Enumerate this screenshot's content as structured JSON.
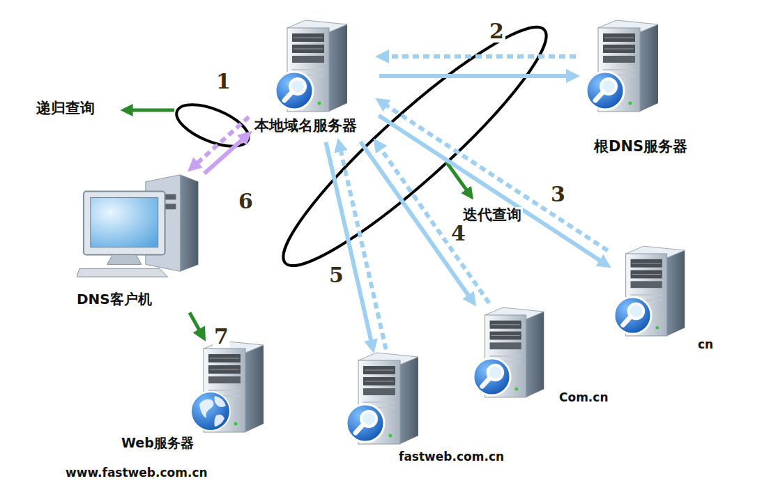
{
  "diagram": {
    "nodes": [
      {
        "text": [
          "本地域名服务器"
        ]
      },
      {
        "text": [
          "根DNS服务器"
        ]
      },
      {
        "text": [
          "DNS客户机"
        ]
      },
      {
        "text": [
          "cn"
        ]
      },
      {
        "text": [
          "Com.cn"
        ]
      },
      {
        "text": [
          "fastweb.com.cn"
        ]
      },
      {
        "text": [
          "Web服务器",
          "www.fastweb.com.cn"
        ]
      }
    ],
    "edges": [
      {
        "from": 2,
        "to": 0,
        "arrow": "to"
      },
      {
        "from": 0,
        "to": 2,
        "arrow": "to"
      },
      {
        "from": 0,
        "to": 1,
        "arrow": "to"
      },
      {
        "from": 1,
        "to": 0,
        "arrow": "to"
      },
      {
        "from": 0,
        "to": 3,
        "arrow": "to"
      },
      {
        "from": 3,
        "to": 0,
        "arrow": "to"
      },
      {
        "from": 0,
        "to": 4,
        "arrow": "to"
      },
      {
        "from": 4,
        "to": 0,
        "arrow": "to"
      },
      {
        "from": 0,
        "to": 5,
        "arrow": "to"
      },
      {
        "from": 5,
        "to": 0,
        "arrow": "to"
      },
      {
        "from": 2,
        "to": 6,
        "arrow": "to"
      }
    ],
    "labels": [
      "递归查询",
      "迭代查询",
      "1",
      "2",
      "3",
      "4",
      "5",
      "6",
      "7"
    ]
  }
}
